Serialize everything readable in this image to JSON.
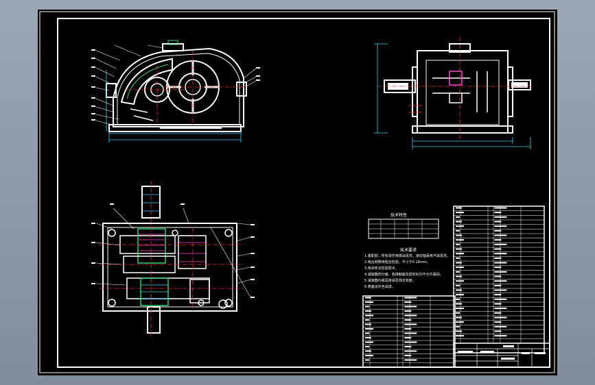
{
  "viewer": {
    "background": "#000000",
    "frame_color": "#ffffff",
    "accent_colors": {
      "centerline": "#ff2a2a",
      "dimension": "#39d8ff",
      "hatch": "#2bd36b",
      "gear": "#ff47d6",
      "label": "#ffffff"
    }
  },
  "drawing": {
    "views": [
      "front-view",
      "side-view",
      "top-section-view"
    ],
    "tables": {
      "tech_spec_title": "技术特性",
      "tech_req_title": "技术要求",
      "tech_req_lines": [
        "1.装配前，所有零件用煤油清洗，滚动轴承用汽油清洗，",
        "2.啮合侧隙用铅丝检验，不小于0.16mm，",
        "3.用涂色法检验斑点，",
        "4.减速器剖分面、各接触面及密封处均不允许漏油，",
        "5.减速器内装润滑油至规定高度，",
        "6.表面涂灰色油漆。"
      ]
    }
  }
}
